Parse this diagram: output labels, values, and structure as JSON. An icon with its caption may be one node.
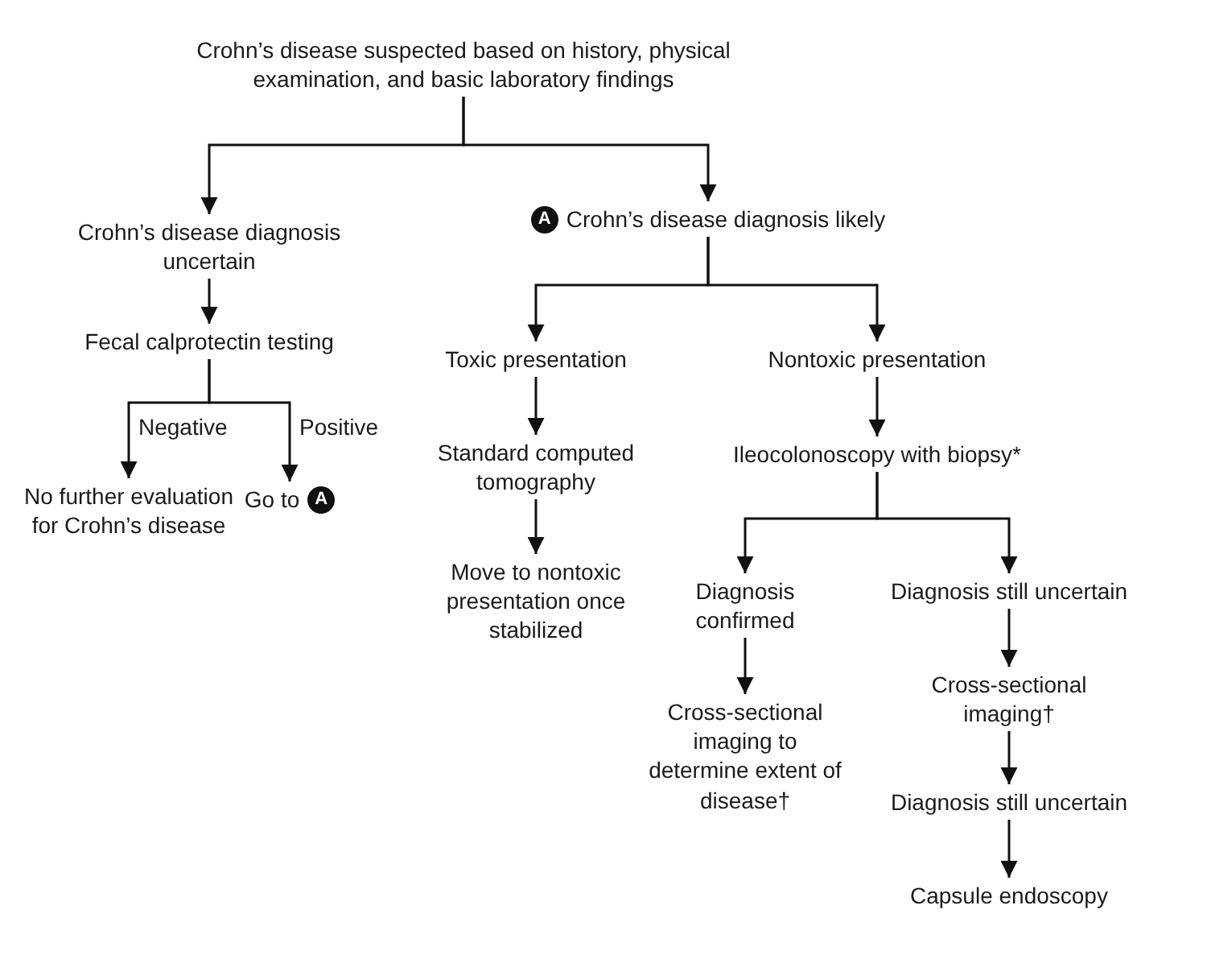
{
  "diagram": {
    "nodes": [
      {
        "text": [
          "Crohn’s disease suspected based on history, physical examination, and basic laboratory findings"
        ]
      },
      {
        "text": [
          "Crohn’s disease diagnosis uncertain"
        ]
      },
      {
        "text": [
          "A",
          "Crohn’s disease diagnosis likely"
        ]
      },
      {
        "text": [
          "Fecal calprotectin testing"
        ]
      },
      {
        "text": [
          "No further evaluation for Crohn’s disease"
        ]
      },
      {
        "text": [
          "Go to",
          "A"
        ]
      },
      {
        "text": [
          "Toxic presentation"
        ]
      },
      {
        "text": [
          "Nontoxic presentation"
        ]
      },
      {
        "text": [
          "Standard computed tomography"
        ]
      },
      {
        "text": [
          "Move to nontoxic presentation once stabilized"
        ]
      },
      {
        "text": [
          "Ileocolonoscopy with biopsy*"
        ]
      },
      {
        "text": [
          "Diagnosis confirmed"
        ]
      },
      {
        "text": [
          "Diagnosis still uncertain"
        ]
      },
      {
        "text": [
          "Cross-sectional imaging to determine extent of disease†"
        ]
      },
      {
        "text": [
          "Cross-sectional imaging†"
        ]
      },
      {
        "text": [
          "Diagnosis still uncertain"
        ]
      },
      {
        "text": [
          "Capsule endoscopy"
        ]
      }
    ],
    "edges": [
      {
        "from": 0,
        "to": 1,
        "arrow": "to"
      },
      {
        "from": 0,
        "to": 2,
        "arrow": "to"
      },
      {
        "from": 1,
        "to": 3,
        "arrow": "to"
      },
      {
        "from": 3,
        "to": 4,
        "arrow": "to",
        "label": "Negative"
      },
      {
        "from": 3,
        "to": 5,
        "arrow": "to",
        "label": "Positive"
      },
      {
        "from": 2,
        "to": 6,
        "arrow": "to"
      },
      {
        "from": 2,
        "to": 7,
        "arrow": "to"
      },
      {
        "from": 6,
        "to": 8,
        "arrow": "to"
      },
      {
        "from": 8,
        "to": 9,
        "arrow": "to"
      },
      {
        "from": 7,
        "to": 10,
        "arrow": "to"
      },
      {
        "from": 10,
        "to": 11,
        "arrow": "to"
      },
      {
        "from": 10,
        "to": 12,
        "arrow": "to"
      },
      {
        "from": 11,
        "to": 13,
        "arrow": "to"
      },
      {
        "from": 12,
        "to": 14,
        "arrow": "to"
      },
      {
        "from": 14,
        "to": 15,
        "arrow": "to"
      },
      {
        "from": 15,
        "to": 16,
        "arrow": "to"
      }
    ]
  }
}
